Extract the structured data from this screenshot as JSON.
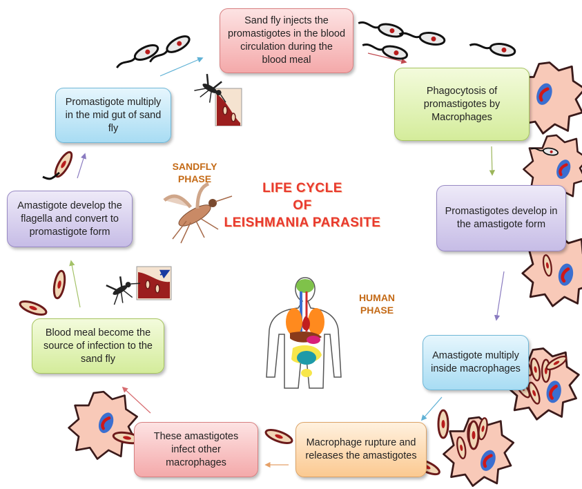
{
  "title": {
    "line1": "LIFE CYCLE",
    "line2": "OF",
    "line3": "LEISHMANIA PARASITE"
  },
  "phases": {
    "sandfly": {
      "line1": "SANDFLY",
      "line2": "PHASE"
    },
    "human": {
      "line1": "HUMAN",
      "line2": "PHASE"
    }
  },
  "steps": [
    "Sand fly injects the promastigotes in the blood circulation during the blood meal",
    "Phagocytosis of promastigotes by Macrophages",
    "Promastigotes develop in the amastigote form",
    "Amastigote multiply inside macrophages",
    "Macrophage rupture and releases the amastigotes",
    "These amastigotes infect other macrophages",
    "Blood meal become the source of infection to the sand fly",
    "Amastigote develop the flagella and convert to promastigote form",
    "Promastigote multiply in the mid gut of sand fly"
  ],
  "colors": {
    "title": "#e8392e",
    "phase_label": "#c46a16",
    "macrophage_fill": "#f8c9b8",
    "macrophage_outline": "#3a1a1a",
    "nucleus": "#3b6fd0",
    "parasite_nucleus": "#d01818"
  }
}
